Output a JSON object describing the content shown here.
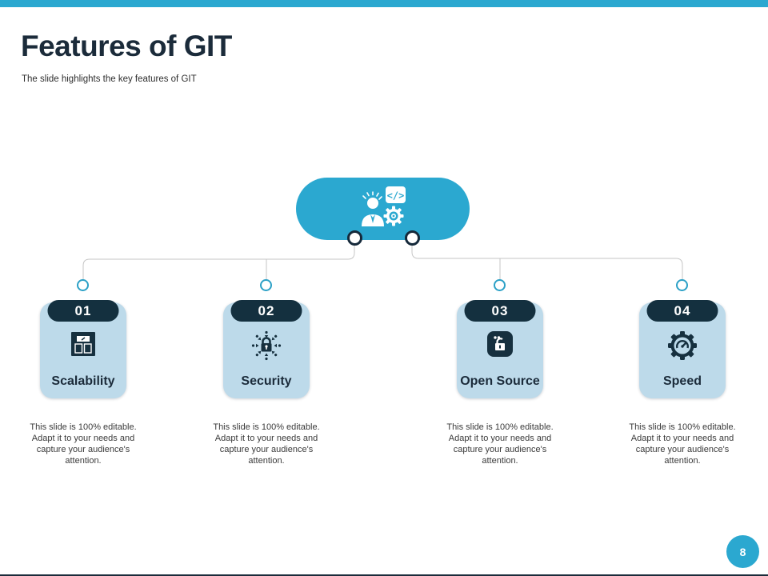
{
  "slide": {
    "title": "Features of GIT",
    "subtitle": "The slide highlights the key features of GIT",
    "page_number": "8"
  },
  "colors": {
    "accent_teal": "#2BA8D0",
    "dark_navy": "#16303F",
    "card_background": "#BDDAEA",
    "connector_gray": "#C6C6C6"
  },
  "center_shape": {
    "icon": "developer-code-gear-icon"
  },
  "features": [
    {
      "number": "01",
      "label": "Scalability",
      "icon": "weighing-scale-icon",
      "description": "This slide is 100% editable. Adapt it to your needs and capture your audience's attention."
    },
    {
      "number": "02",
      "label": "Security",
      "icon": "secure-lock-burst-icon",
      "description": "This slide is 100% editable. Adapt it to your needs and capture your audience's attention."
    },
    {
      "number": "03",
      "label": "Open Source",
      "icon": "open-lock-icon",
      "description": "This slide is 100% editable. Adapt it to your needs and capture your audience's attention."
    },
    {
      "number": "04",
      "label": "Speed",
      "icon": "speed-gauge-gear-icon",
      "description": "This slide is 100% editable. Adapt it to your needs and capture your audience's attention."
    }
  ]
}
